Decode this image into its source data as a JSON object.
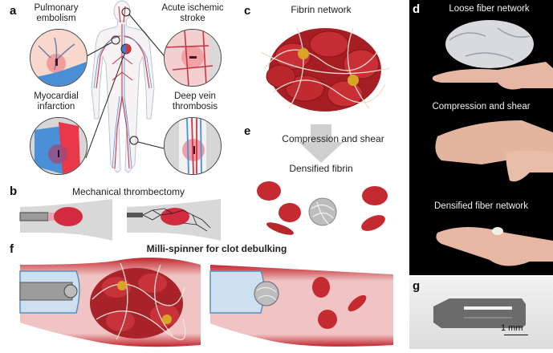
{
  "figure": {
    "panels": {
      "a": {
        "letter": "a",
        "labels": {
          "pulmonary_embolism": [
            "Pulmonary",
            "embolism"
          ],
          "acute_ischemic_stroke": [
            "Acute ischemic",
            "stroke"
          ],
          "myocardial_infarction": [
            "Myocardial",
            "infarction"
          ],
          "deep_vein_thrombosis": [
            "Deep vein",
            "thrombosis"
          ]
        }
      },
      "b": {
        "letter": "b",
        "title": "Mechanical thrombectomy"
      },
      "c": {
        "letter": "c",
        "title": "Fibrin network"
      },
      "d": {
        "letter": "d",
        "captions": [
          "Loose fiber network",
          "Compression and shear",
          "Densified fiber network"
        ]
      },
      "e": {
        "letter": "e",
        "arrow_label": "Compression and shear",
        "result_label": "Densified fibrin"
      },
      "f": {
        "letter": "f",
        "title": "Milli-spinner for clot debulking"
      },
      "g": {
        "letter": "g",
        "scale_bar": "1 mm"
      }
    },
    "colors": {
      "blood_red": "#c0242c",
      "vessel_pink": "#e8a0a4",
      "vein_blue": "#4a90d9",
      "clot_red": "#d2243c",
      "arrow_gray": "#cfcfcf",
      "photo_bg": "#000000",
      "device_gray": "#6b6b6b"
    }
  }
}
